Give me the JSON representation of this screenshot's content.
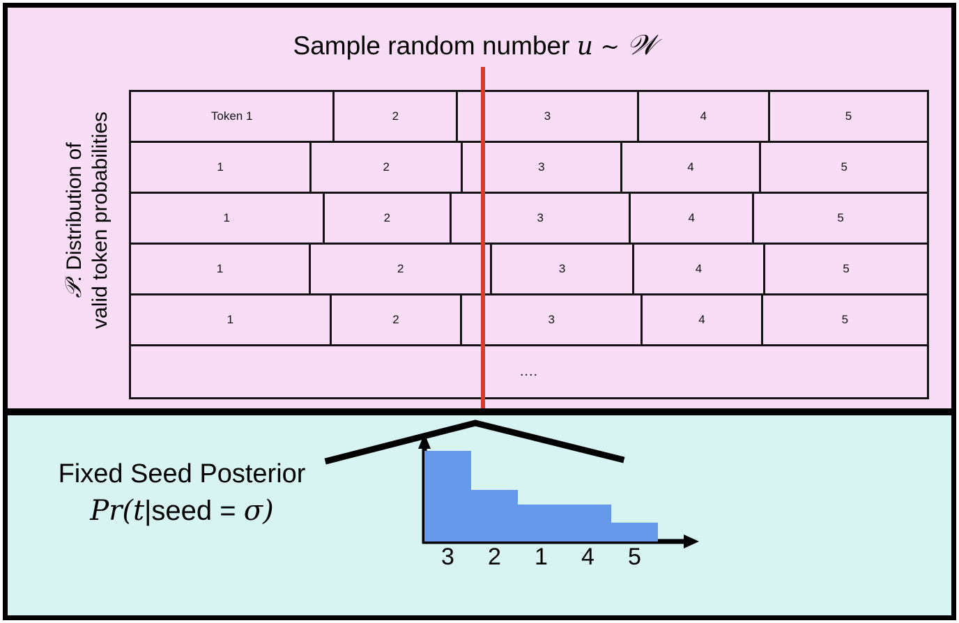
{
  "colors": {
    "top_panel_bg": "#f9ddf6",
    "bottom_panel_bg": "#d7f4f3",
    "frame_border": "#000000",
    "table_border": "#141414",
    "sample_line": "#d93c2c",
    "bar_fill": "#6699ec"
  },
  "top_panel": {
    "title_prefix": "Sample random number ",
    "title_var": "u",
    "title_tilde": " ~ ",
    "title_dist": "U",
    "ylabel_line1": ": Distribution of",
    "ylabel_symbol": "℘",
    "ylabel_line2": "valid token probabilities",
    "sample_line_label": "sample-line",
    "table": {
      "rows": [
        {
          "cells": [
            {
              "label": "Token 1",
              "width_pct": 25.6
            },
            {
              "label": "2",
              "width_pct": 15.5
            },
            {
              "label": "3",
              "width_pct": 22.7
            },
            {
              "label": "4",
              "width_pct": 16.5
            },
            {
              "label": "5",
              "width_pct": 19.7
            }
          ]
        },
        {
          "cells": [
            {
              "label": "1",
              "width_pct": 22.7
            },
            {
              "label": "2",
              "width_pct": 19.0
            },
            {
              "label": "3",
              "width_pct": 20.0
            },
            {
              "label": "4",
              "width_pct": 17.5
            },
            {
              "label": "5",
              "width_pct": 20.8
            }
          ]
        },
        {
          "cells": [
            {
              "label": "1",
              "width_pct": 24.3
            },
            {
              "label": "2",
              "width_pct": 16.0
            },
            {
              "label": "3",
              "width_pct": 22.5
            },
            {
              "label": "4",
              "width_pct": 15.5
            },
            {
              "label": "5",
              "width_pct": 21.7
            }
          ]
        },
        {
          "cells": [
            {
              "label": "1",
              "width_pct": 22.6
            },
            {
              "label": "2",
              "width_pct": 22.8
            },
            {
              "label": "3",
              "width_pct": 17.8
            },
            {
              "label": "4",
              "width_pct": 16.5
            },
            {
              "label": "5",
              "width_pct": 20.3
            }
          ]
        },
        {
          "cells": [
            {
              "label": "1",
              "width_pct": 25.2
            },
            {
              "label": "2",
              "width_pct": 16.4
            },
            {
              "label": "3",
              "width_pct": 22.7
            },
            {
              "label": "4",
              "width_pct": 15.1
            },
            {
              "label": "5",
              "width_pct": 20.6
            }
          ]
        }
      ],
      "last_row_text": "...."
    }
  },
  "bottom_panel": {
    "caption_line1": "Fixed Seed Posterior",
    "caption_line2_pr": "Pr",
    "caption_line2_open": "(",
    "caption_line2_t": "t",
    "caption_line2_bar": "|",
    "caption_line2_seed": "seed",
    "caption_line2_eq": " = ",
    "caption_line2_sigma": "σ",
    "caption_line2_close": ")"
  },
  "chart_data": {
    "type": "bar",
    "title": "",
    "xlabel": "",
    "ylabel": "",
    "categories": [
      "3",
      "2",
      "1",
      "4",
      "5"
    ],
    "values": [
      100,
      57,
      41,
      41,
      21
    ],
    "ylim": [
      0,
      115
    ],
    "grid": false,
    "legend": null,
    "bar_color": "#6699ec",
    "axis_color": "#000000",
    "note": "Fixed seed posterior over tokens; heights are relative percentages read off the plot"
  }
}
